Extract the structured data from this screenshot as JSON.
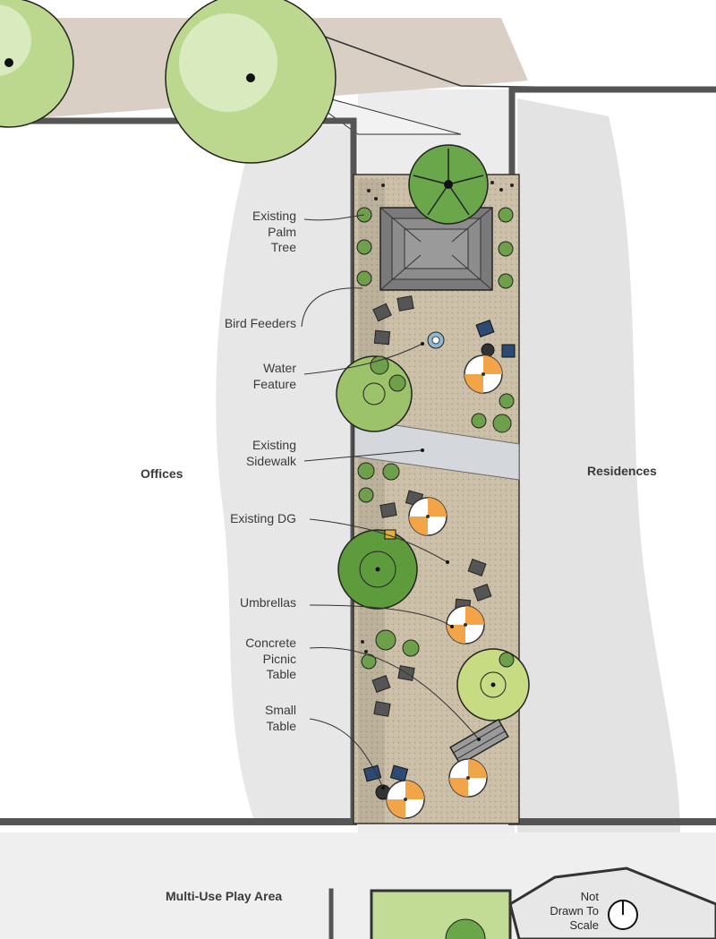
{
  "labels": {
    "palm": [
      "Existing",
      "Palm",
      "Tree"
    ],
    "bird_feeders": [
      "Bird Feeders"
    ],
    "water": [
      "Water",
      "Feature"
    ],
    "sidewalk": [
      "Existing",
      "Sidewalk"
    ],
    "dg": [
      "Existing DG"
    ],
    "umbrellas": [
      "Umbrellas"
    ],
    "picnic": [
      "Concrete",
      "Picnic",
      "Table"
    ],
    "small_table": [
      "Small",
      "Table"
    ]
  },
  "areas": {
    "offices": "Offices",
    "residences": "Residences",
    "play_area": "Multi-Use Play Area"
  },
  "scale_note": [
    "Not",
    "Drawn To",
    "Scale"
  ],
  "colors": {
    "gravel": "#cbbfa8",
    "sidewalk": "#d4d8dc",
    "wall": "#555555",
    "tree_light": "#bcd88f",
    "tree_dark": "#5e9b3c",
    "umbrella_orange": "#f2a548",
    "grass": "#c2dc96",
    "road": "#d9cfc4"
  }
}
